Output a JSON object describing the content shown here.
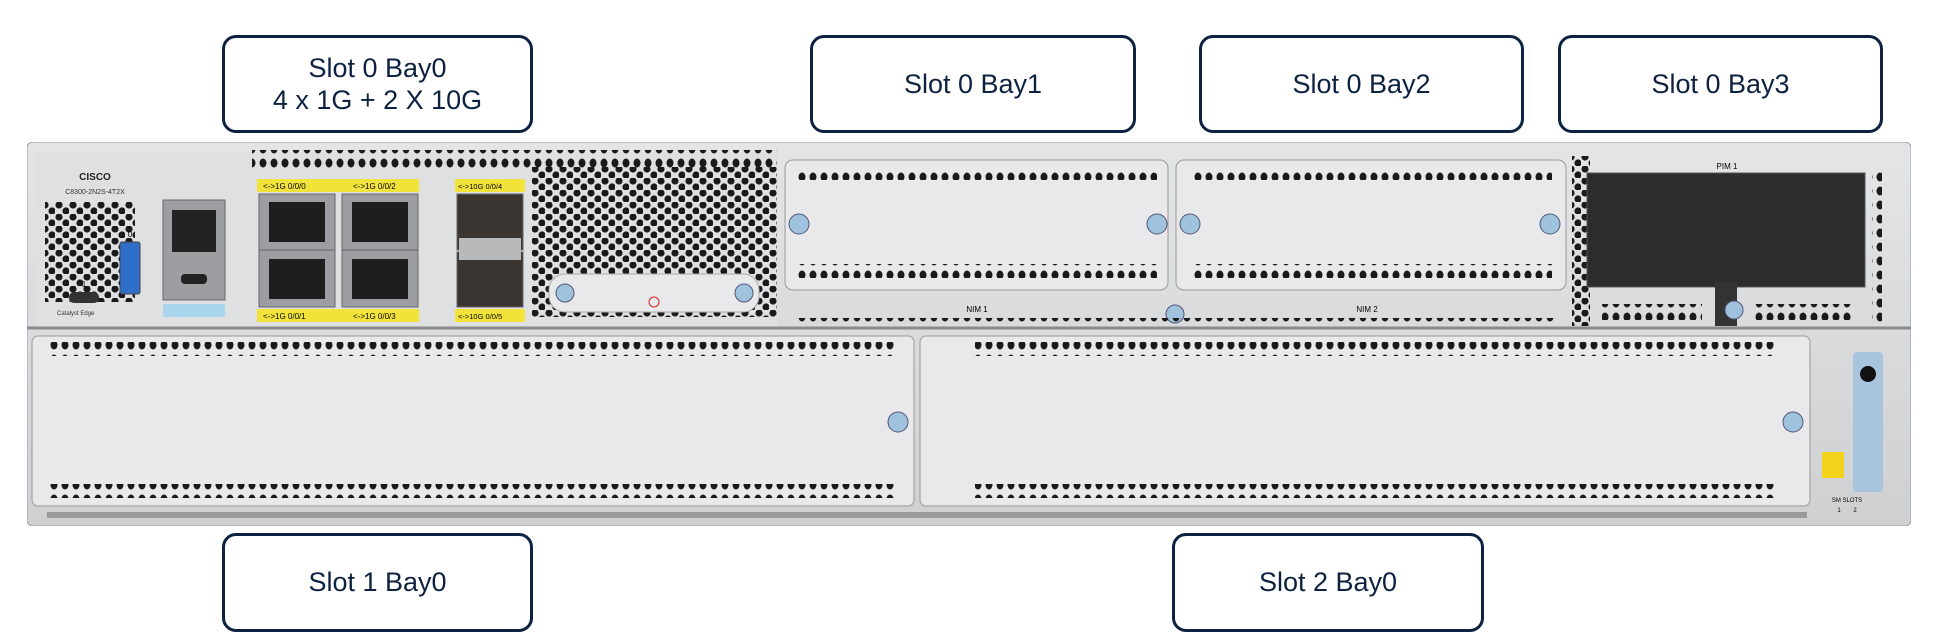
{
  "callouts": {
    "slot0_bay0": {
      "line1": "Slot 0 Bay0",
      "line2": "4 x 1G + 2 X 10G"
    },
    "slot0_bay1": "Slot 0 Bay1",
    "slot0_bay2": "Slot 0 Bay2",
    "slot0_bay3": "Slot 0 Bay3",
    "slot1_bay0": "Slot 1 Bay0",
    "slot2_bay0": "Slot 2 Bay0"
  },
  "device": {
    "brand": "CISCO",
    "model": "C8300-2N2S-4T2X",
    "series": "Catalyst Edge",
    "usb_labels": [
      "0",
      "1"
    ],
    "port_labels": {
      "p000": "<->1G  0/0/0",
      "p001": "<->1G  0/0/1",
      "p002": "<->1G  0/0/2",
      "p003": "<->1G  0/0/3",
      "p004": "<->10G  0/0/4",
      "p005": "<->10G  0/0/5"
    },
    "nim1": "NIM 1",
    "nim2": "NIM 2",
    "pim1": "PIM 1",
    "sm_slots": "SM SLOTS",
    "sm_slot_numbers": [
      "1",
      "2"
    ]
  },
  "colors": {
    "callout_border": "#0d2240",
    "chassis": "#d9dadc",
    "port_label": "#f2e33a",
    "console_label": "#a9d6ee"
  }
}
